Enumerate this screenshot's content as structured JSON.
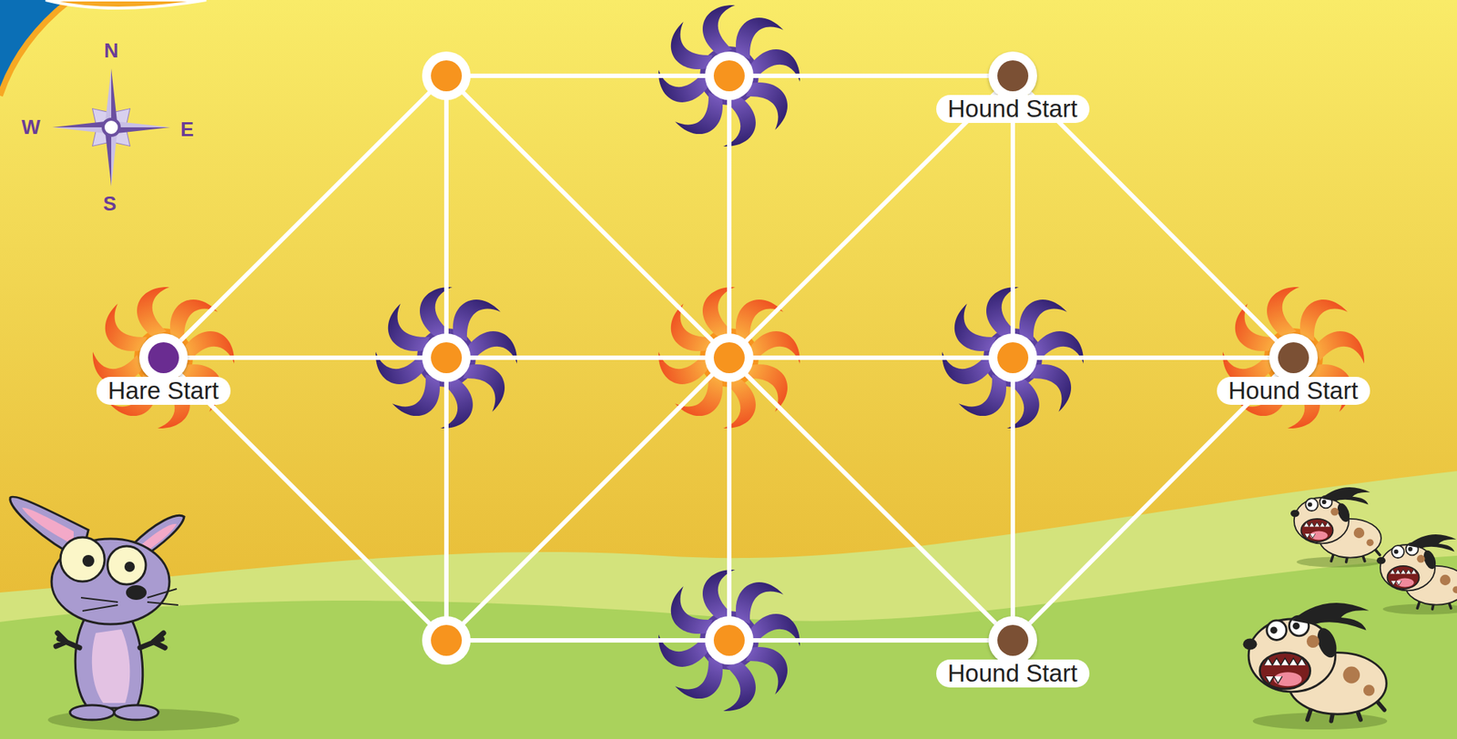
{
  "diagram": {
    "nodes": [
      {
        "text": [
          "Hound Start"
        ]
      },
      {
        "text": [
          "Hare Start"
        ]
      },
      {
        "text": [
          "Hound Start"
        ]
      },
      {
        "text": [
          "Hound Start"
        ]
      }
    ],
    "labels": [
      "N",
      "W",
      "E",
      "S"
    ]
  }
}
